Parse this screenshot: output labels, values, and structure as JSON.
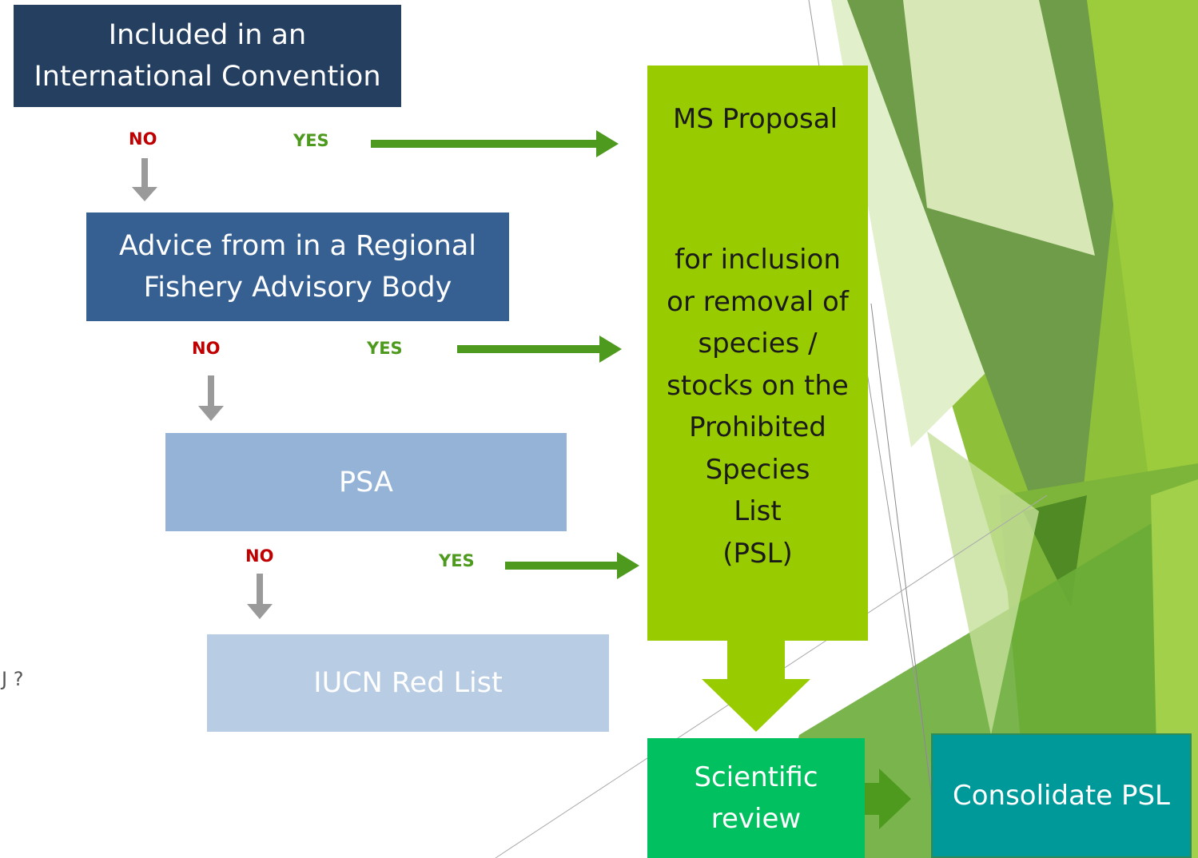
{
  "boxes": {
    "international": "Included in an\nInternational Convention",
    "regional": "Advice from in a Regional\nFishery Advisory Body",
    "psa": "PSA",
    "iucn": "IUCN Red List",
    "ms_title": "MS Proposal",
    "ms_body": "for inclusion\nor removal of\nspecies /\nstocks on the\nProhibited\nSpecies\nList\n(PSL)",
    "scientific": "Scientific\nreview",
    "consolidate": "Consolidate PSL"
  },
  "labels": {
    "no": "NO",
    "yes": "YES"
  },
  "stray_text": "J ?",
  "colors": {
    "navy": "#243f60",
    "blue": "#365f92",
    "light_blue": "#95b3d7",
    "pale_blue": "#b8cce4",
    "lime": "#99cc00",
    "arrow_green": "#4e9a1e",
    "teal": "#00999a",
    "emerald": "#00c060",
    "grey_arrow": "#9a9a9a"
  }
}
